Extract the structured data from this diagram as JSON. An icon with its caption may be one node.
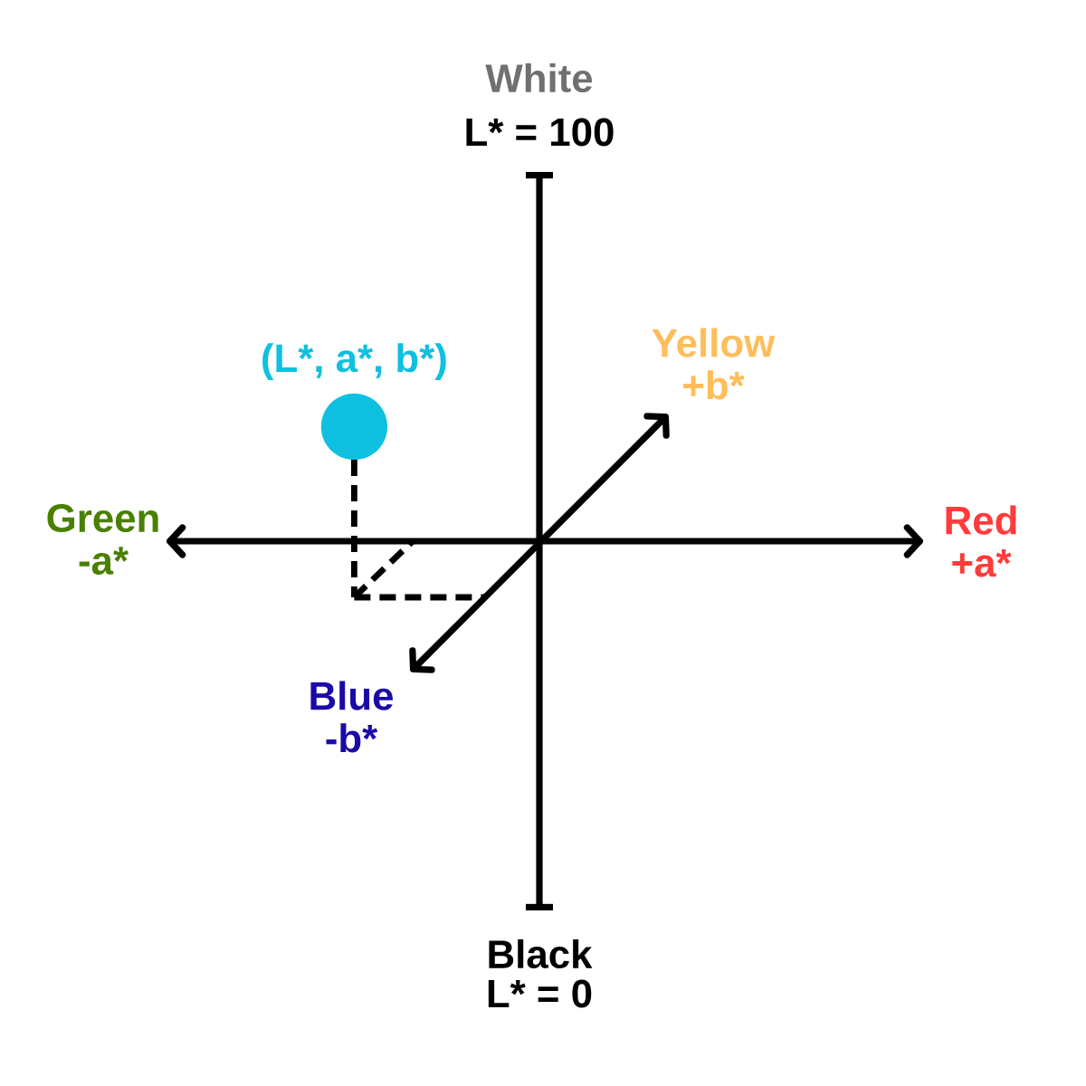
{
  "diagram": {
    "nodes": [
      {
        "text": [],
        "shape": "circle",
        "beside": [
          "(L*, a*, b*)"
        ]
      }
    ],
    "labels": [
      "White",
      "L* = 100",
      "Yellow +b*",
      "Green -a*",
      "Red +a*",
      "Blue -b*",
      "Black",
      "L* = 0"
    ]
  }
}
